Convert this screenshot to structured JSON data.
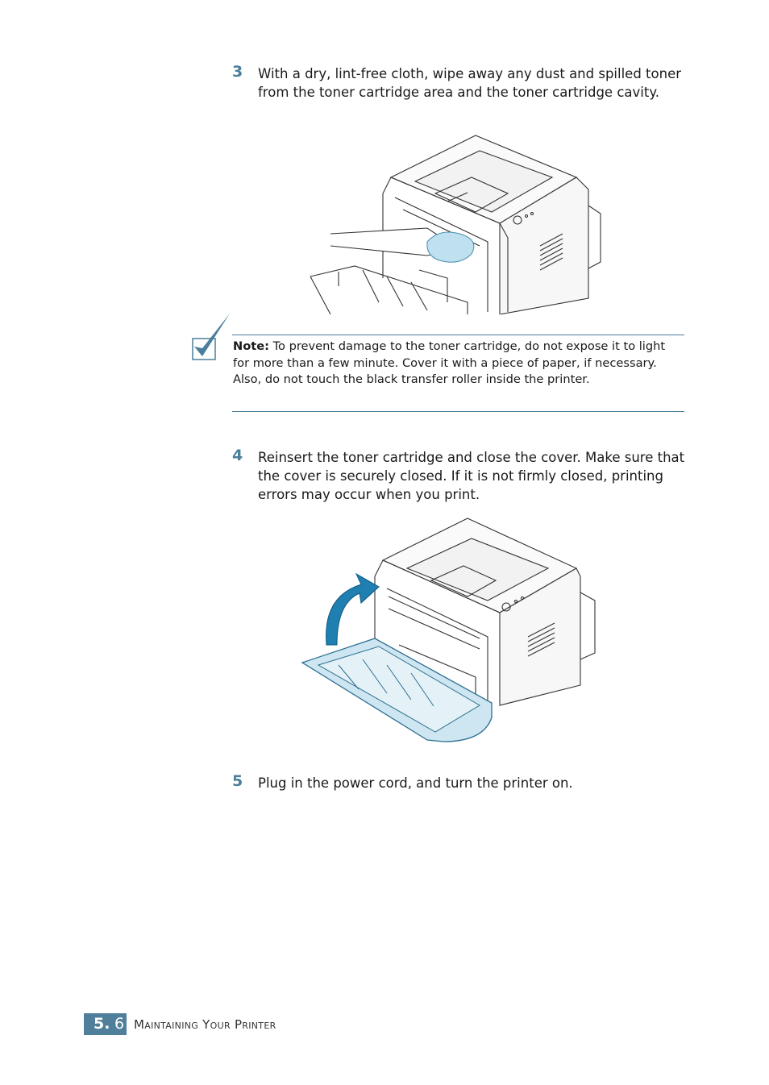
{
  "steps": [
    {
      "number": "3",
      "text": "With a dry, lint-free cloth, wipe away any dust and spilled toner from the toner cartridge area and the toner cartridge cavity."
    },
    {
      "number": "4",
      "text": "Reinsert the toner cartridge and close the cover.  Make sure that the cover is securely closed. If it is not firmly closed, printing errors may occur when you print."
    },
    {
      "number": "5",
      "text": "Plug in the power cord, and turn the printer on."
    }
  ],
  "note": {
    "label": "Note:",
    "text": " To prevent damage to the toner cartridge, do not expose it to light for more than a few minute. Cover it with a piece of paper, if necessary. Also, do not touch the black transfer roller inside the printer."
  },
  "footer": {
    "section_major": "5.",
    "section_minor": "6",
    "title": "Maintaining Your Printer"
  },
  "colors": {
    "accent": "#4a7e9a",
    "cloth": "#bfe0ee",
    "arrow": "#1f7fb0"
  },
  "icons": [
    "checkmark-note-icon",
    "printer-cleaning-illustration",
    "printer-closing-cover-illustration",
    "close-cover-arrow-icon"
  ]
}
